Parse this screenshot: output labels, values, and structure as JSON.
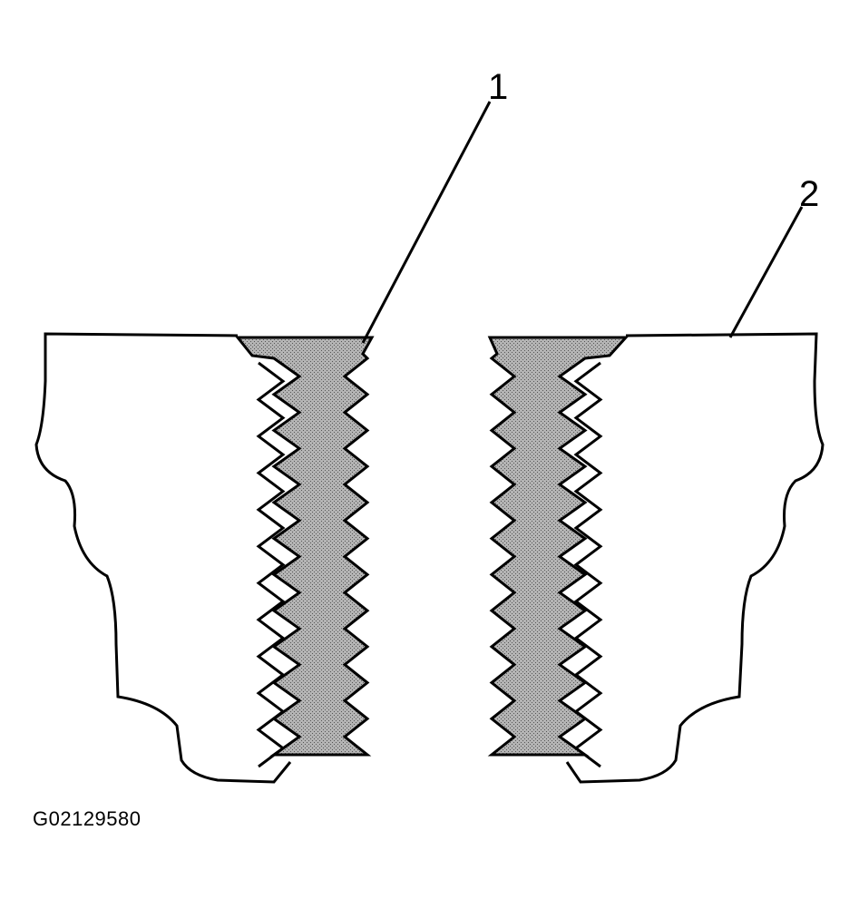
{
  "callouts": [
    {
      "number": "1"
    },
    {
      "number": "2"
    }
  ],
  "figure_id": "G02129580",
  "colors": {
    "line": "#000000",
    "insert_fill": "#a6a6a6",
    "background": "#ffffff"
  }
}
